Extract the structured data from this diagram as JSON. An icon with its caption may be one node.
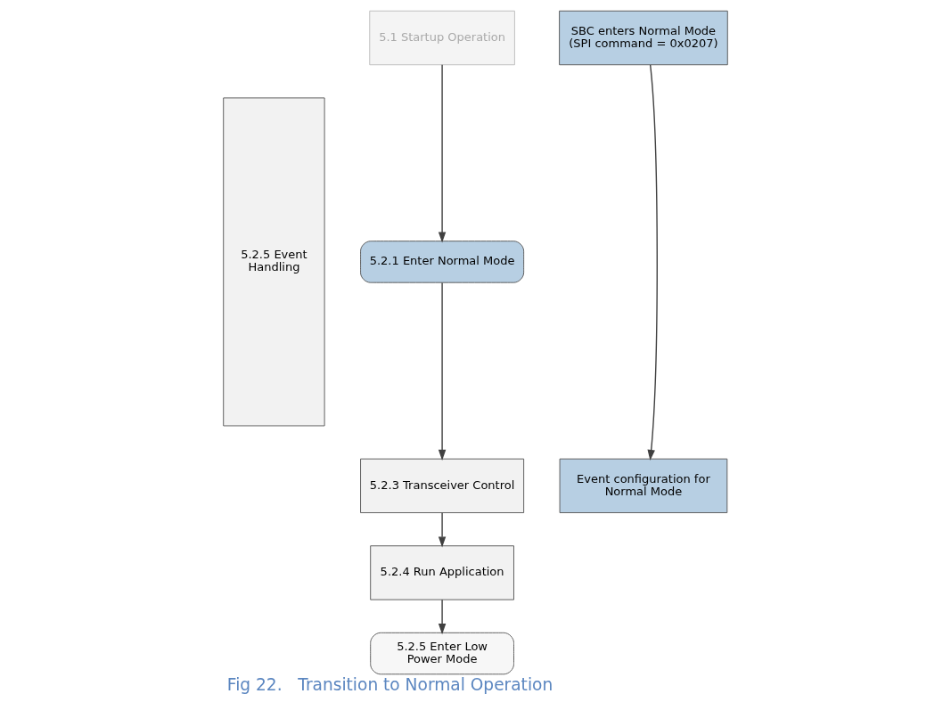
{
  "diagram": {
    "caption": "Fig 22.   Transition to Normal Operation",
    "nodes": [
      {
        "text": [
          "5.1 Startup Operation"
        ]
      },
      {
        "text": [
          "5.2.1 Enter Normal Mode"
        ]
      },
      {
        "text": [
          "5.2.3 Transceiver Control"
        ]
      },
      {
        "text": [
          "5.2.4 Run Application"
        ]
      },
      {
        "text": [
          "5.2.5 Enter Low Power Mode"
        ]
      },
      {
        "text": [
          "5.2.5 Event Handling"
        ]
      },
      {
        "text": [
          "SBC enters Normal Mode (SPI command = 0x0207)"
        ]
      },
      {
        "text": [
          "Event configuration for Normal Mode"
        ]
      }
    ],
    "edges": [
      {
        "from": 0,
        "to": 1,
        "arrow": "to"
      },
      {
        "from": 1,
        "to": 2,
        "arrow": "to"
      },
      {
        "from": 2,
        "to": 3,
        "arrow": "to"
      },
      {
        "from": 3,
        "to": 4,
        "arrow": "to"
      },
      {
        "from": 6,
        "to": 7,
        "arrow": "to"
      }
    ]
  }
}
